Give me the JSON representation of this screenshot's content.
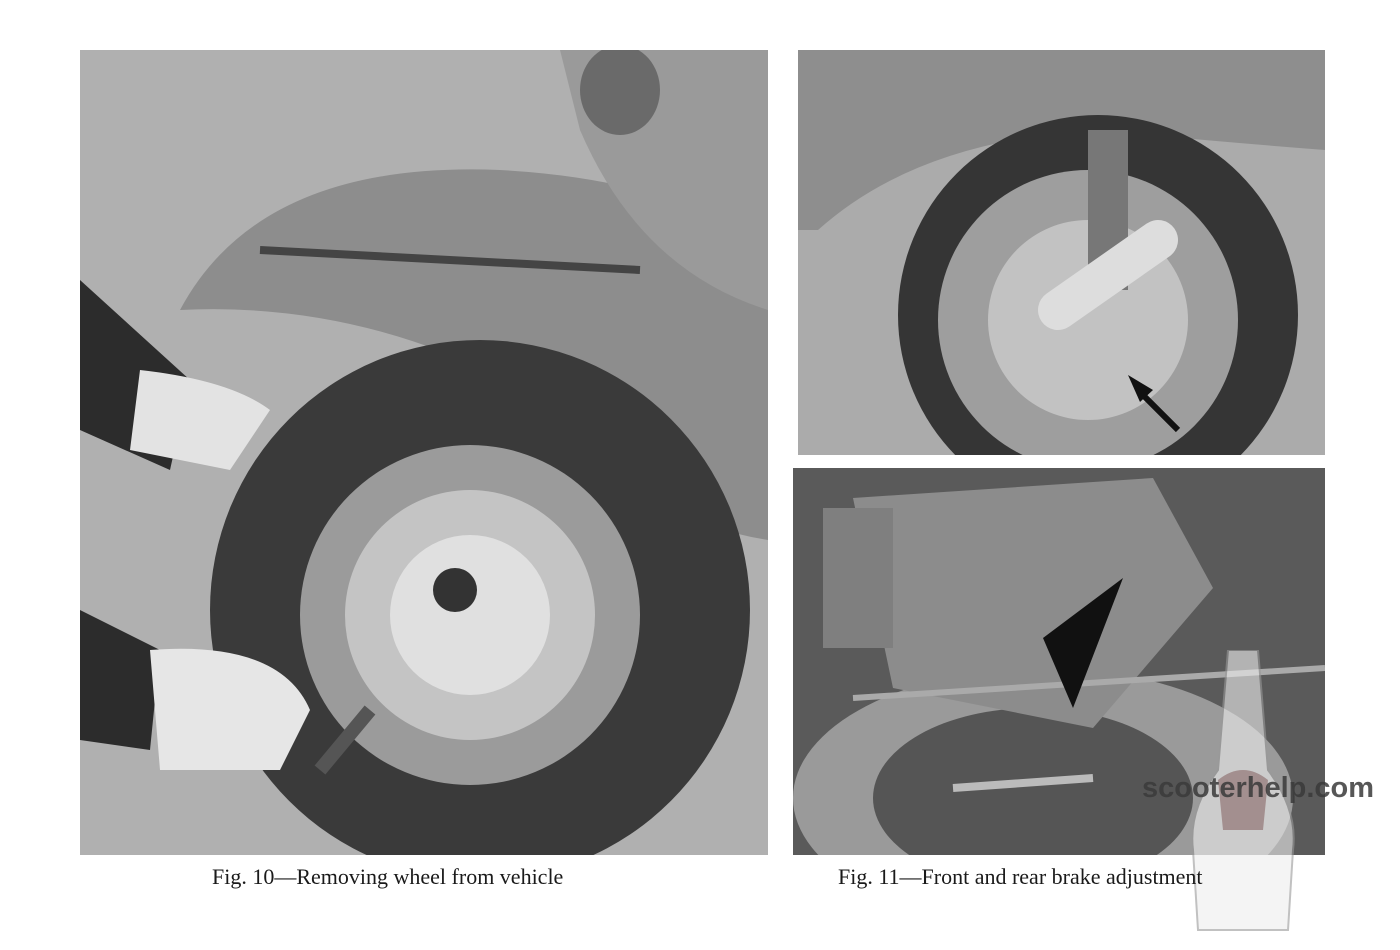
{
  "figures": [
    {
      "id": "fig10",
      "caption": "Fig. 10—Removing wheel from vehicle"
    },
    {
      "id": "fig11",
      "caption": "Fig. 11—Front and rear brake adjustment"
    }
  ],
  "watermark": {
    "text": "scooterhelp.com"
  }
}
